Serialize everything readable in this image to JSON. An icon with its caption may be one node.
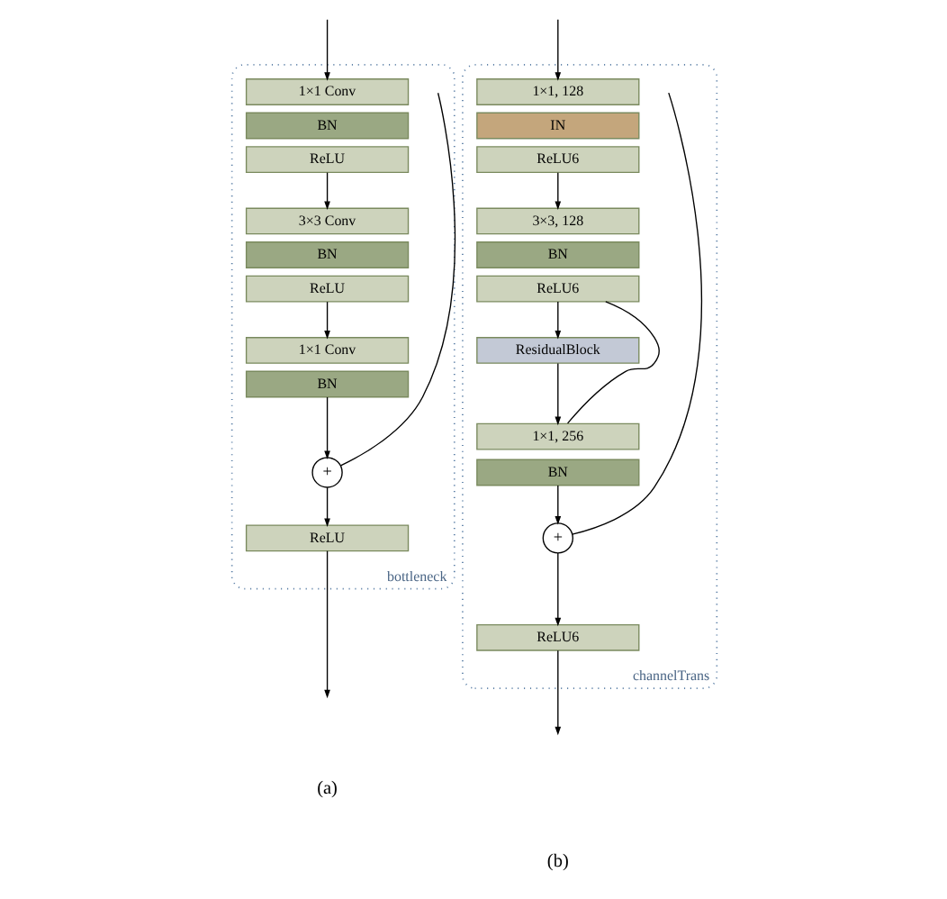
{
  "diagram": {
    "nodes": [
      {
        "text": [
          "bottleneck"
        ]
      },
      {
        "text": [
          "1×1 Conv"
        ],
        "in": 0
      },
      {
        "text": [
          "BN"
        ],
        "in": 0
      },
      {
        "text": [
          "ReLU"
        ],
        "in": 0
      },
      {
        "text": [
          "3×3 Conv"
        ],
        "in": 0
      },
      {
        "text": [
          "BN"
        ],
        "in": 0
      },
      {
        "text": [
          "ReLU"
        ],
        "in": 0
      },
      {
        "text": [
          "1×1 Conv"
        ],
        "in": 0
      },
      {
        "text": [
          "BN"
        ],
        "in": 0
      },
      {
        "text": [
          "+"
        ],
        "in": 0
      },
      {
        "text": [
          "ReLU"
        ],
        "in": 0
      },
      {
        "text": [
          "channelTrans"
        ]
      },
      {
        "text": [
          "1×1, 128"
        ],
        "in": 11
      },
      {
        "text": [
          "IN"
        ],
        "in": 11
      },
      {
        "text": [
          "ReLU6"
        ],
        "in": 11
      },
      {
        "text": [
          "3×3, 128"
        ],
        "in": 11
      },
      {
        "text": [
          "BN"
        ],
        "in": 11
      },
      {
        "text": [
          "ReLU6"
        ],
        "in": 11
      },
      {
        "text": [
          "ResidualBlock"
        ],
        "in": 11
      },
      {
        "text": [
          "1×1, 256"
        ],
        "in": 11
      },
      {
        "text": [
          "BN"
        ],
        "in": 11
      },
      {
        "text": [
          "+"
        ],
        "in": 11
      },
      {
        "text": [
          "ReLU6"
        ],
        "in": 11
      }
    ],
    "edges": [
      {
        "from": null,
        "to": 1,
        "arrow": "to"
      },
      {
        "from": 3,
        "to": 4,
        "arrow": "to"
      },
      {
        "from": 6,
        "to": 7,
        "arrow": "to"
      },
      {
        "from": 8,
        "to": 9,
        "arrow": "to"
      },
      {
        "from": null,
        "to": 9,
        "arrow": "none"
      },
      {
        "from": 9,
        "to": 10,
        "arrow": "to"
      },
      {
        "from": 10,
        "to": null,
        "arrow": "to"
      },
      {
        "from": null,
        "to": 12,
        "arrow": "to"
      },
      {
        "from": 14,
        "to": 15,
        "arrow": "to"
      },
      {
        "from": 17,
        "to": 18,
        "arrow": "to"
      },
      {
        "from": 18,
        "to": 19,
        "arrow": "to"
      },
      {
        "from": 17,
        "to": 19,
        "arrow": "none"
      },
      {
        "from": 20,
        "to": 21,
        "arrow": "to"
      },
      {
        "from": null,
        "to": 21,
        "arrow": "none"
      },
      {
        "from": 21,
        "to": 22,
        "arrow": "to"
      },
      {
        "from": 22,
        "to": null,
        "arrow": "to"
      }
    ],
    "labels": [
      "(a)",
      "(b)"
    ]
  }
}
